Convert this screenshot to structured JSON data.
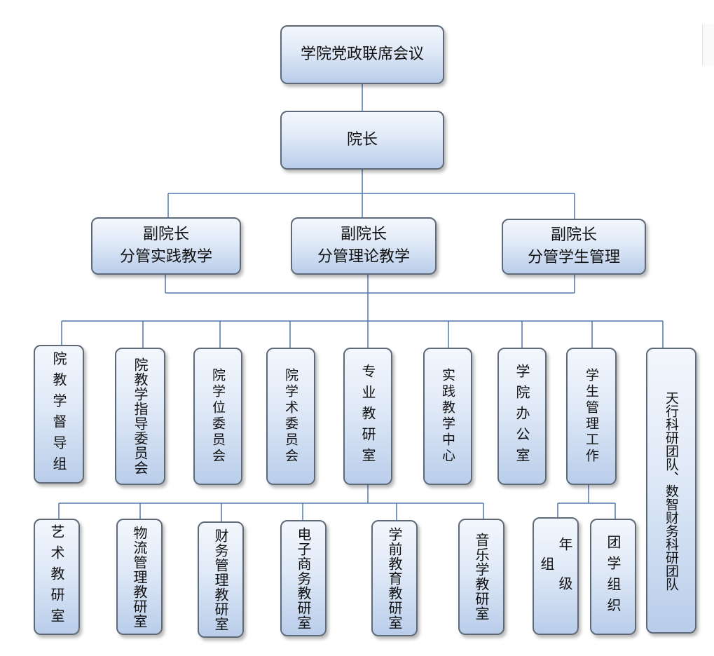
{
  "diagram": {
    "nodes": {
      "council": "学院党政联席会议",
      "dean": "院长",
      "vd_practice": "副院长\n分管实践教学",
      "vd_theory": "副院长\n分管理论教学",
      "vd_student": "副院长\n分管学生管理",
      "supervision": "院教学督导组",
      "guidance": "院教学指导委员会",
      "degree": "院学位委员会",
      "academic": "院学术委员会",
      "major_office": "专业教研室",
      "practice_center": "实践教学中心",
      "office": "学院办公室",
      "student_work": "学生管理工作",
      "research_team": "天行科研团队、数智财务科研团队",
      "art": "艺术教研室",
      "logistics": "物流管理教研室",
      "finance": "财务管理教研室",
      "ecommerce": "电子商务教研室",
      "preschool": "学前教育教研室",
      "music": "音乐学教研室",
      "grade": "年级组",
      "youth": "团学组织"
    }
  }
}
